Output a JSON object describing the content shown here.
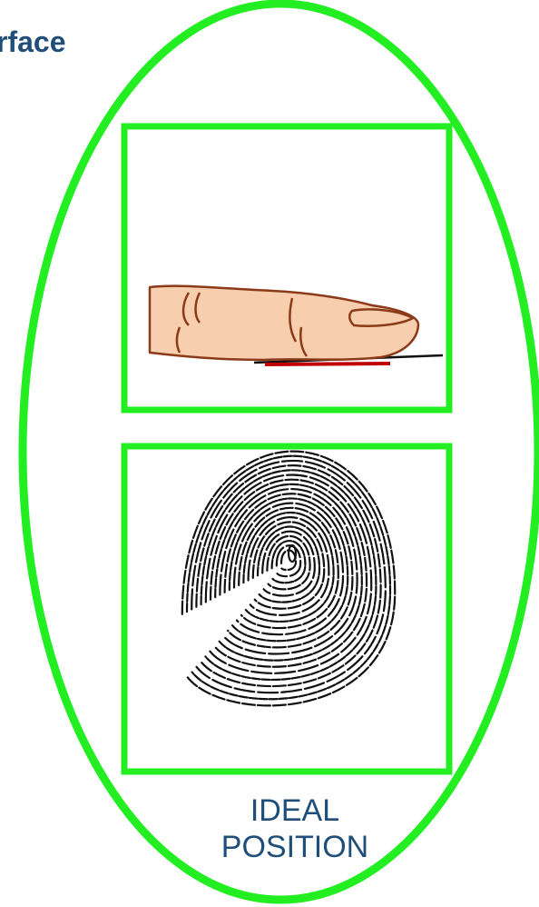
{
  "heading": "rface",
  "caption": {
    "line1": "IDEAL",
    "line2": "POSITION"
  },
  "colors": {
    "frame": "#22ee22",
    "heading": "#1f4e79",
    "skin": "#f8cfae",
    "outline": "#8b3a1a",
    "contact": "#c00000"
  },
  "icons": [
    "finger-on-sensor-illustration",
    "fingerprint-image"
  ]
}
